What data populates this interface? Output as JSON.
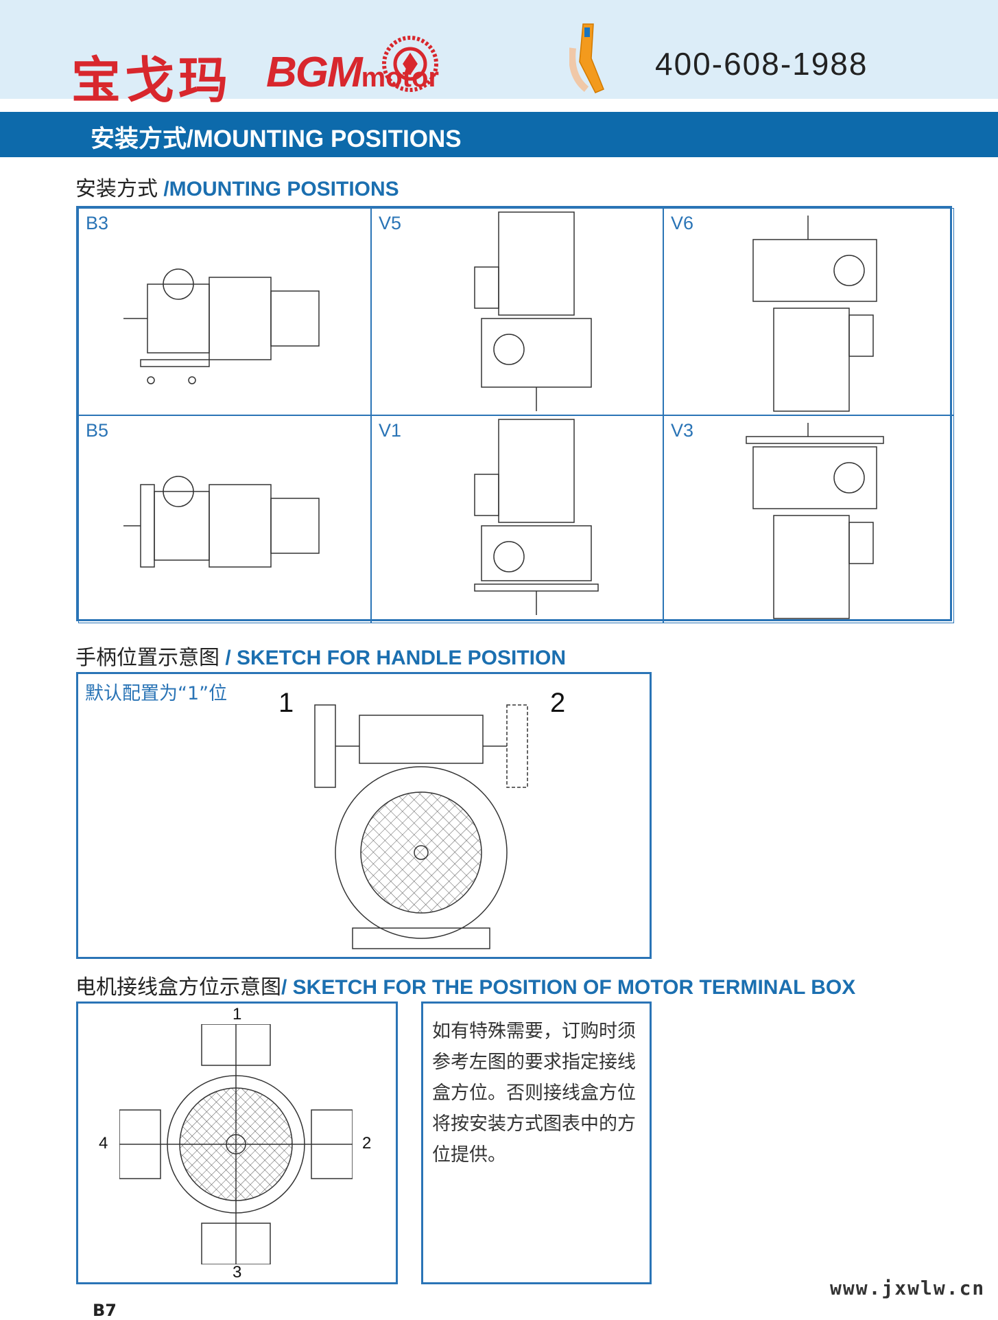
{
  "header": {
    "brand_cn": "宝戈玛",
    "brand_en": "BGM",
    "brand_en_suffix": "motor",
    "phone": "400-608-1988"
  },
  "banner": {
    "title": "安装方式/MOUNTING POSITIONS"
  },
  "mounting": {
    "heading_cn": "安装方式 ",
    "heading_en": "/MOUNTING POSITIONS",
    "positions": [
      "B3",
      "V5",
      "V6",
      "B5",
      "V1",
      "V3"
    ]
  },
  "handle": {
    "heading_cn": "手柄位置示意图",
    "heading_en": " / SKETCH FOR HANDLE POSITION",
    "default_note": "默认配置为“1”位",
    "pos1": "1",
    "pos2": "2"
  },
  "terminal": {
    "heading_cn": "电机接线盒方位示意图",
    "heading_en": "/ SKETCH FOR THE POSITION OF MOTOR TERMINAL BOX",
    "labels": [
      "1",
      "2",
      "3",
      "4"
    ],
    "note": "如有特殊需要，订购时须参考左图的要求指定接线盒方位。否则接线盒方位将按安装方式图表中的方位提供。"
  },
  "footer": {
    "website": "www.jxwlw.cn",
    "page": "B7"
  },
  "colors": {
    "brand_red": "#d8272d",
    "accent_blue": "#0d6aab"
  }
}
